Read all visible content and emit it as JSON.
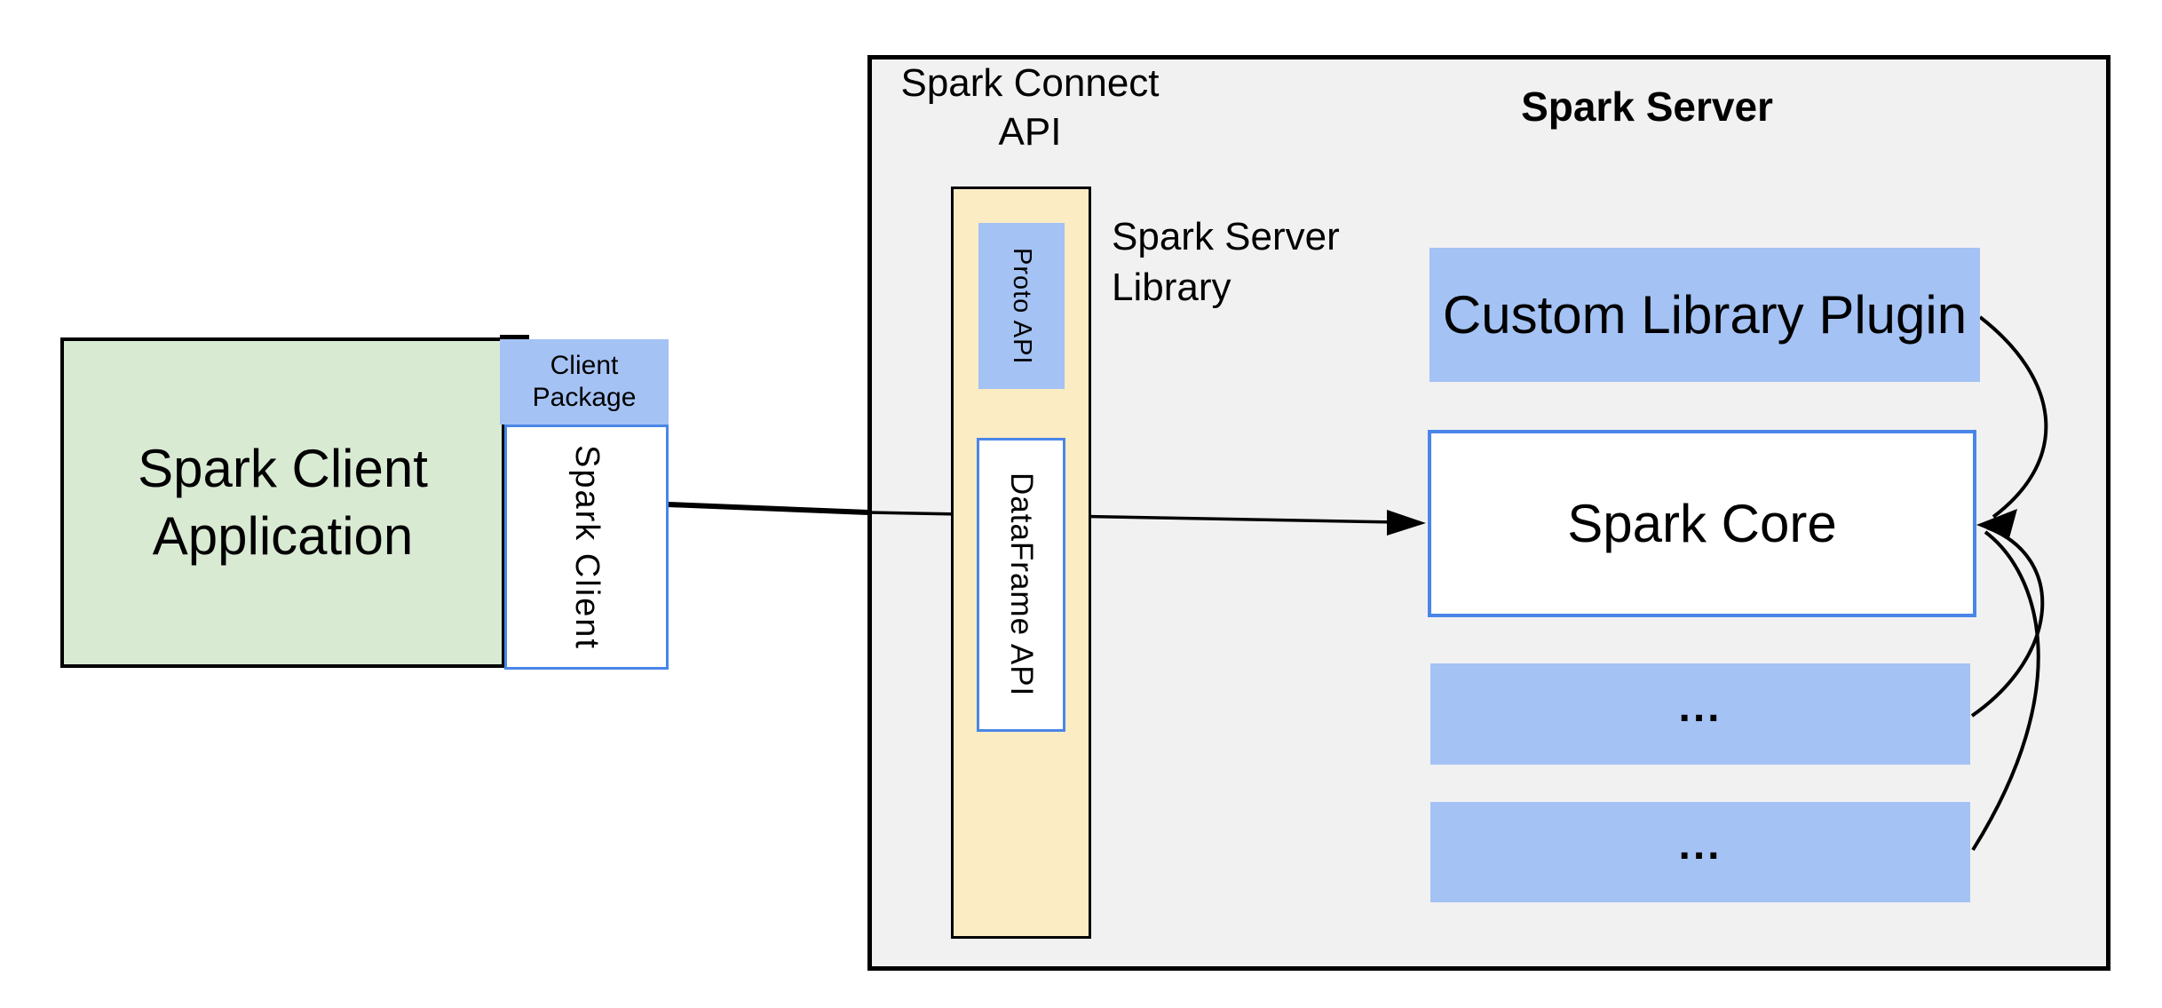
{
  "diagram": {
    "title_labels": {
      "connect_api": "Spark Connect API",
      "server_title": "Spark Server",
      "server_library": "Spark Server Library"
    },
    "nodes": {
      "client_app": {
        "label": "Spark Client Application"
      },
      "client_package": {
        "label": "Client Package"
      },
      "spark_client": {
        "label": "Spark Client"
      },
      "proto_api": {
        "label": "Proto API"
      },
      "dataframe_api": {
        "label": "DataFrame API"
      },
      "custom_plugin": {
        "label": "Custom Library Plugin"
      },
      "spark_core": {
        "label": "Spark Core"
      },
      "more_box_1": {
        "label": "..."
      },
      "more_box_2": {
        "label": "..."
      }
    },
    "edges": [
      {
        "from": "spark_client",
        "to": "spark_core",
        "style": "straight-arrow"
      },
      {
        "from": "custom_plugin",
        "to": "spark_core",
        "style": "curved-arrow"
      },
      {
        "from": "more_box_1",
        "to": "spark_core",
        "style": "curved-arrow"
      },
      {
        "from": "more_box_2",
        "to": "spark_core",
        "style": "curved-arrow"
      }
    ],
    "colors": {
      "panel_gray": "#f1f1f2",
      "panel_border": "#000000",
      "green_fill": "#d9ead3",
      "blue_fill": "#a4c2f4",
      "blue_border": "#4a86e8",
      "yellow_fill": "#fcecc4",
      "line_black": "#000000",
      "background": "#ffffff"
    }
  }
}
